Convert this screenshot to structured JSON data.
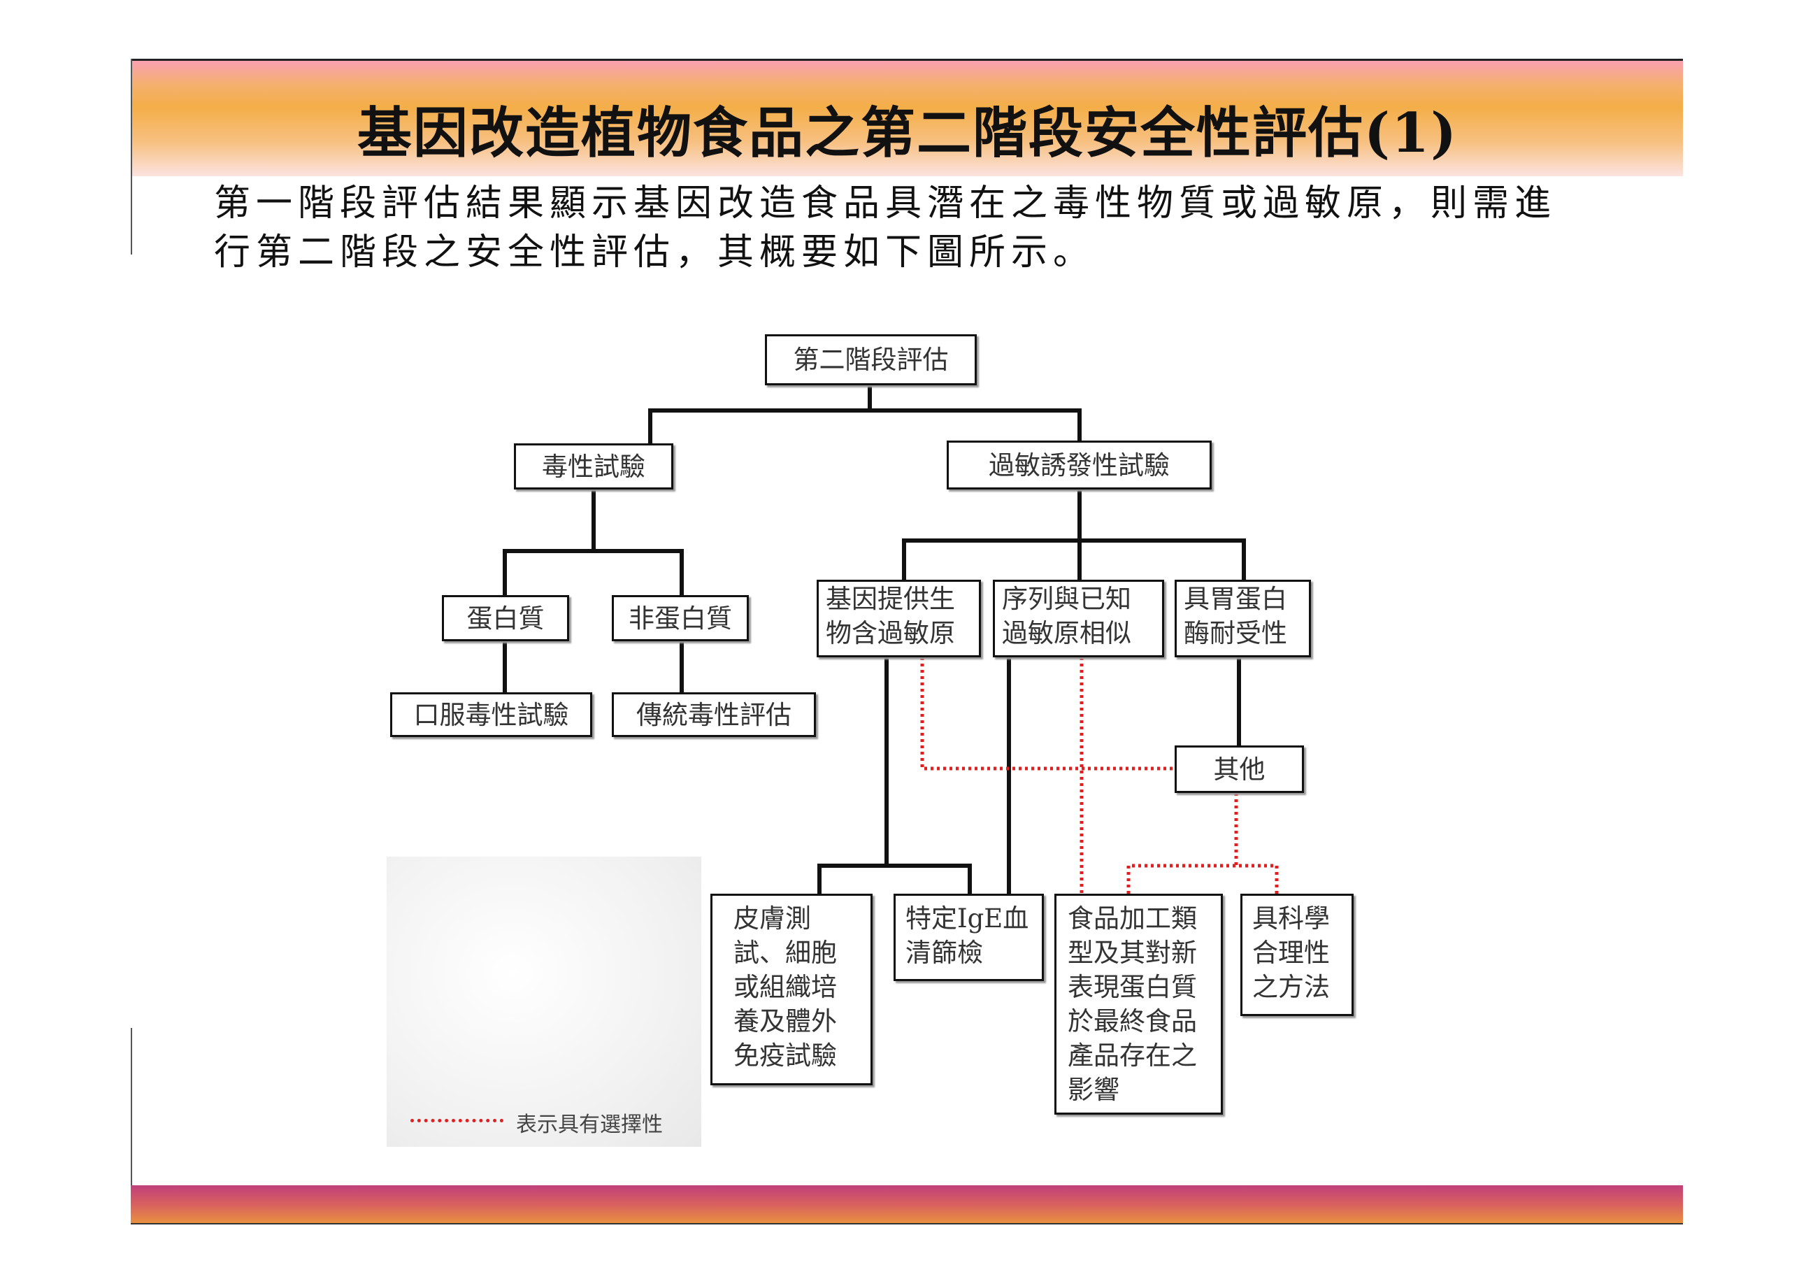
{
  "title": "基因改造植物食品之第二階段安全性評估(1)",
  "intro": {
    "line1": "第一階段評估結果顯示基因改造食品具潛在之毒性物質或過敏原，則需進",
    "line2": "行第二階段之安全性評估，其概要如下圖所示。"
  },
  "diagram": {
    "nodes": [
      {
        "id": "root",
        "label": "第二階段評估"
      },
      {
        "id": "toxicity",
        "label": "毒性試驗"
      },
      {
        "id": "allergenicity",
        "label": "過敏誘發性試驗"
      },
      {
        "id": "protein",
        "label": "蛋白質"
      },
      {
        "id": "non-protein",
        "label": "非蛋白質"
      },
      {
        "id": "oral-toxicity",
        "label": "口服毒性試驗"
      },
      {
        "id": "traditional-toxicity",
        "label": "傳統毒性評估"
      },
      {
        "id": "source-allergen",
        "label": "基因提供生\n物含過敏原"
      },
      {
        "id": "sequence-similarity",
        "label": "序列與已知\n過敏原相似"
      },
      {
        "id": "pepsin-resistance",
        "label": "具胃蛋白\n酶耐受性"
      },
      {
        "id": "other",
        "label": "其他"
      },
      {
        "id": "skin-test",
        "label": "皮膚測\n試、細胞\n或組織培\n養及體外\n免疫試驗"
      },
      {
        "id": "ige-screening",
        "label": "特定IgE血\n清篩檢"
      },
      {
        "id": "processing-effect",
        "label": "食品加工類\n型及其對新\n表現蛋白質\n於最終食品\n產品存在之\n影響"
      },
      {
        "id": "scientific-method",
        "label": "具科學\n合理性\n之方法"
      }
    ],
    "legend": "表示具有選擇性",
    "colors": {
      "solid_edge": "#111111",
      "optional_edge": "#e02020"
    }
  }
}
